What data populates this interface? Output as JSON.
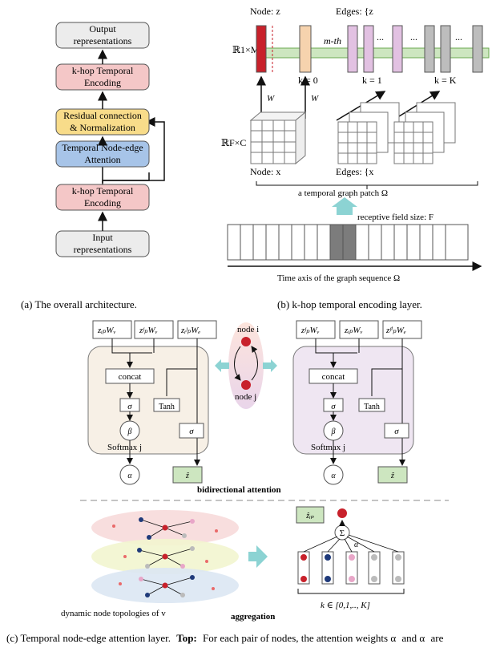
{
  "panel_a": {
    "boxes": {
      "output": [
        "Output",
        "representations"
      ],
      "khop_top": [
        "k-hop Temporal",
        "Encoding"
      ],
      "residual": [
        "Residual connection",
        "& Normalization"
      ],
      "attention": [
        "Temporal Node-edge",
        "Attention"
      ],
      "khop_bottom": [
        "k-hop Temporal",
        "Encoding"
      ],
      "input": [
        "Input",
        "representations"
      ]
    },
    "caption": "(a) The overall architecture.",
    "colors": {
      "gray": "#e6e6e6",
      "pink": "#f4c7c7",
      "yellow": "#f8dc8a",
      "blue": "#a7c4e8"
    }
  },
  "panel_b": {
    "node_label_top": "Node: z",
    "node_label_bottom": "Node: x",
    "edges_label_top": "Edges: {z",
    "edges_label_bottom": "Edges: {x",
    "space_top": "ℝ1×M",
    "space_bottom": "ℝF×C",
    "m_th": "m-th",
    "k0": "k = 0",
    "k1": "k = 1",
    "kK": "k = K",
    "wv": "W",
    "patch": "a temporal graph patch Ω",
    "receptive": "receptive field size: F",
    "time_axis": "Time axis of the graph sequence Ω",
    "caption": "(b) k-hop temporal encoding layer.",
    "colors": {
      "red": "#c8212b",
      "orange": "#f6d3ae",
      "purple": "#e2c1e2",
      "gray": "#bdbdbd",
      "green": "#cde6c0"
    }
  },
  "panel_c": {
    "left": {
      "h1": "z",
      "concat": "concat",
      "tanh": "Tanh",
      "softmax": "Softmax j",
      "sigma": "σ"
    },
    "right": {
      "concat": "concat",
      "tanh": "Tanh",
      "softmax": "Softmax j"
    },
    "node_i": "node i",
    "node_j": "node j",
    "bidirectional": "bidirectional attention",
    "dynamic": "dynamic node topologies of v",
    "aggregation": "aggregation",
    "k_range": "k ∈ [0,1,.., K]",
    "caption": "(c) Temporal node-edge attention layer.",
    "caption_top": "Top:",
    "caption_rest": "For each pair of nodes, the attention weights α",
    "caption_and": "and α",
    "caption_are": "are"
  }
}
